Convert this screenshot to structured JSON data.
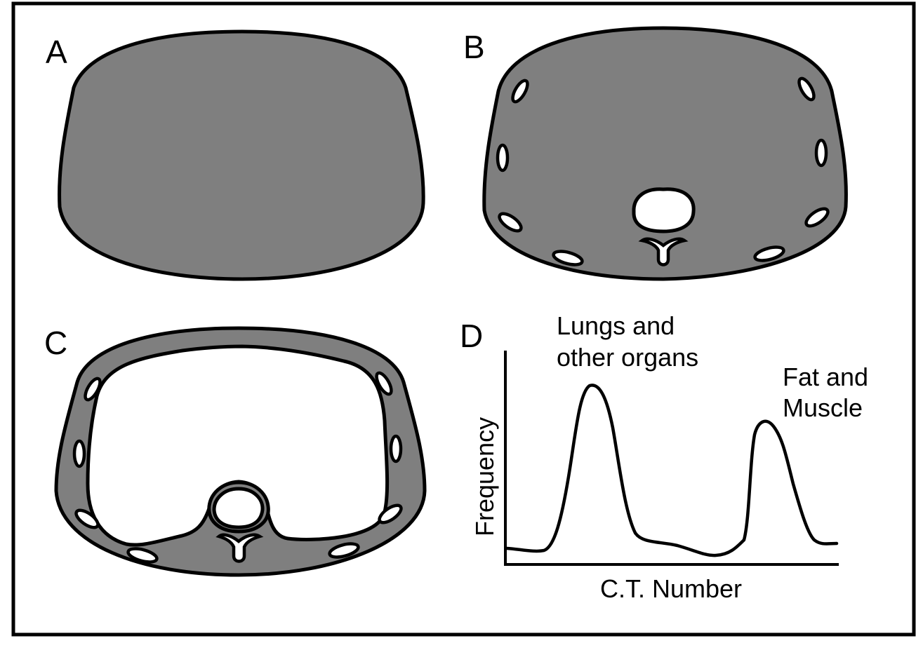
{
  "panels": {
    "a": {
      "label": "A"
    },
    "b": {
      "label": "B"
    },
    "c": {
      "label": "C"
    },
    "d": {
      "label": "D",
      "ylabel": "Frequency",
      "xlabel": "C.T. Number",
      "peak1_line1": "Lungs and",
      "peak1_line2": "other organs",
      "peak2_line1": "Fat and",
      "peak2_line2": "Muscle"
    }
  },
  "colors": {
    "tissue_fill": "#7f7f7f",
    "outline": "#000000",
    "background": "#ffffff"
  }
}
